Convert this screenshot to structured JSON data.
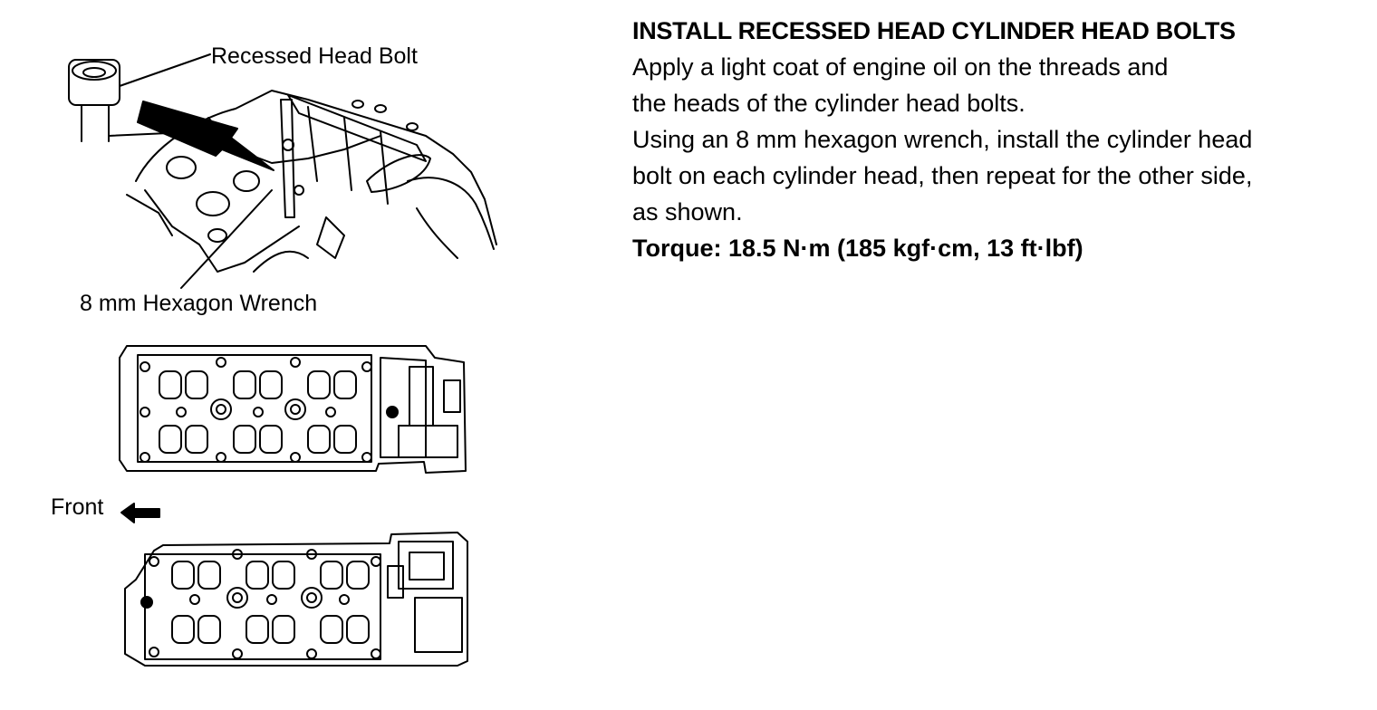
{
  "figure": {
    "callout_bolt": "Recessed Head Bolt",
    "callout_wrench": "8 mm Hexagon Wrench",
    "front_label": "Front",
    "icons": [
      "bolt-icon",
      "front-arrow-icon"
    ]
  },
  "instructions": {
    "title": "INSTALL RECESSED HEAD CYLINDER HEAD BOLTS",
    "lines": [
      "Apply a light coat of engine oil on the threads and",
      "the heads of the cylinder head bolts.",
      "Using an 8 mm hexagon wrench, install the cylinder head",
      "bolt on each cylinder head, then repeat for the other side,",
      "as shown."
    ],
    "torque": "Torque: 18.5 N·m (185 kgf·cm, 13 ft·lbf)"
  }
}
